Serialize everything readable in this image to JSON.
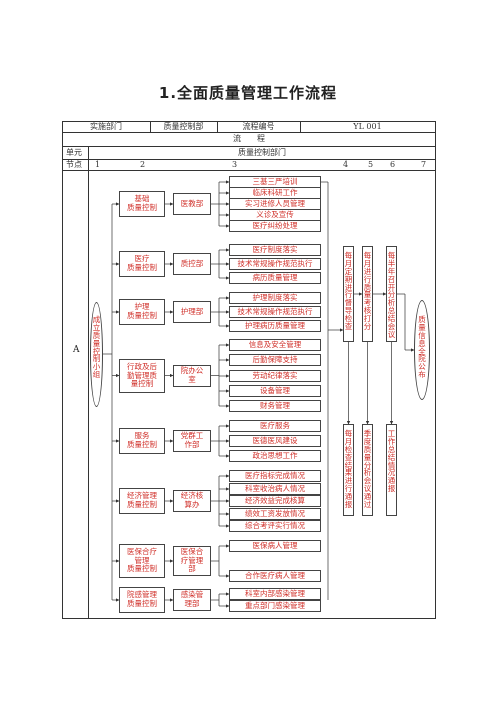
{
  "title": "1.全面质量管理工作流程",
  "header": {
    "dept_label": "实施部门",
    "dept_value": "质量控制部",
    "flow_no_label": "流程编号",
    "flow_no_value": "YL 001",
    "flow_label": "流　　程",
    "unit_label": "单元",
    "unit_value": "质量控制部门",
    "node_label": "节点",
    "node_numbers": [
      "1",
      "2",
      "3",
      "4",
      "5",
      "6",
      "7"
    ]
  },
  "row_label": "A",
  "root": "成立质量控制小组",
  "groups": [
    {
      "control": "基础\n质量控制",
      "dept": "医教部",
      "items": [
        "三基三严培训",
        "临床科研工作",
        "实习进修人员管理",
        "义诊及宣传",
        "医疗纠纷处理"
      ]
    },
    {
      "control": "医疗\n质量控制",
      "dept": "质控部",
      "items": [
        "医疗制度落实",
        "技术常规操作规范执行",
        "病历质量管理"
      ]
    },
    {
      "control": "护理\n质量控制",
      "dept": "护理部",
      "items": [
        "护理制度落实",
        "技术常规操作规范执行",
        "护理病历质量管理"
      ]
    },
    {
      "control": "行政及后\n勤管理质\n量控制",
      "dept": "院办公\n室",
      "items": [
        "信息及安全管理",
        "后勤保障支持",
        "劳动纪律落实",
        "设备管理",
        "财务管理"
      ]
    },
    {
      "control": "服务\n质量控制",
      "dept": "党群工\n作部",
      "items": [
        "医疗服务",
        "医德医风建设",
        "政治思想工作"
      ]
    },
    {
      "control": "经济管理\n质量控制",
      "dept": "经济核\n算办",
      "items": [
        "医疗指标完成情况",
        "科室收治病人情况",
        "经济效益完成核算",
        "绩效工资发放情况",
        "综合考评实行情况"
      ]
    },
    {
      "control": "医保合疗\n管理\n质量控制",
      "dept": "医保合\n疗管理\n部",
      "items": [
        "医保病人管理",
        "合作医疗病人管理"
      ]
    },
    {
      "control": "院感管理\n质量控制",
      "dept": "感染管\n理部",
      "items": [
        "科室内部感染管理",
        "重点部门感染管理"
      ]
    }
  ],
  "col4_top": "每月定期进行督导检查",
  "col5_top": "每月进行质量考核打分",
  "col6_top": "每半年召开分析总结会议",
  "col4_bottom": "每月检查结果进行通报",
  "col5_bottom": "季度质量分析会议通过",
  "col6_bottom": "工作总结情况通报",
  "col7": "质量信息全院公布"
}
